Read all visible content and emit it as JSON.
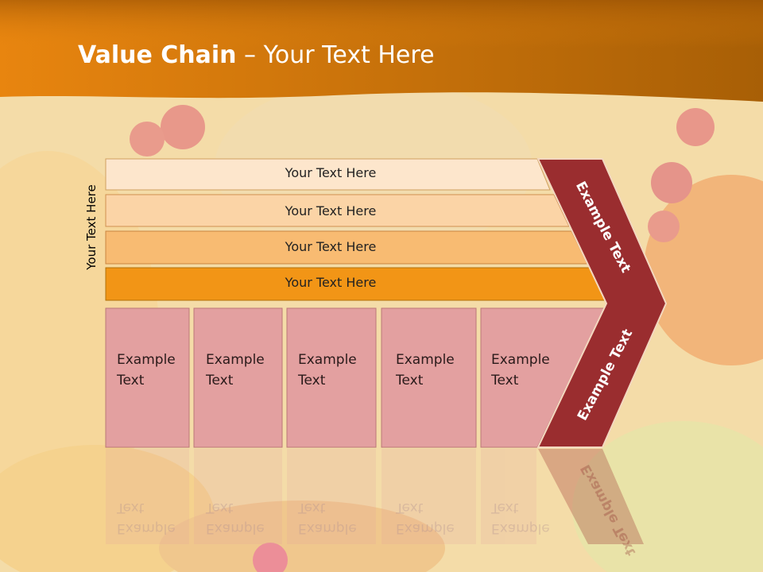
{
  "slide": {
    "title_bold": "Value Chain",
    "title_rest": " – Your Text Here",
    "vertical_label": "Your Text Here"
  },
  "rows": [
    {
      "label": "Your Text Here",
      "color": "#fde6cc"
    },
    {
      "label": "Your Text Here",
      "color": "#fbd4a6"
    },
    {
      "label": "Your Text Here",
      "color": "#f8bb72"
    },
    {
      "label": "Your Text Here",
      "color": "#f29516"
    }
  ],
  "columns": [
    {
      "line1": "Example",
      "line2": "Text"
    },
    {
      "line1": "Example",
      "line2": "Text"
    },
    {
      "line1": "Example",
      "line2": "Text"
    },
    {
      "line1": "Example",
      "line2": "Text"
    },
    {
      "line1": "Example",
      "line2": "Text"
    }
  ],
  "chevron": {
    "upper_label": "Example Text",
    "lower_label": "Example Text",
    "color": "#9a2d2f"
  },
  "colors": {
    "header": "#d9780c",
    "column_fill": "#e3a0a0"
  }
}
